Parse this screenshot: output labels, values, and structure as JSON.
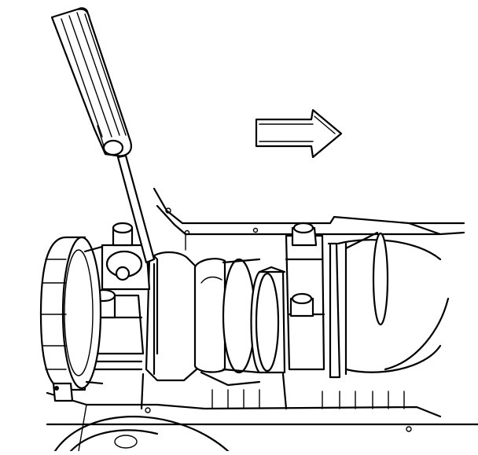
{
  "figure": {
    "line_color": "#000000",
    "background": "#ffffff",
    "parts": [
      {
        "name": "feeler-gauge",
        "icon": "feeler-gauge-icon"
      },
      {
        "name": "direction-arrow",
        "direction": "right",
        "icon": "arrow-right-icon"
      },
      {
        "name": "crankshaft",
        "icon": "crankshaft-icon"
      },
      {
        "name": "engine-block",
        "icon": "engine-block-icon"
      },
      {
        "name": "main-bearing-caps",
        "icon": "bearing-cap-icon"
      },
      {
        "name": "cap-bolts",
        "icon": "bolt-icon"
      },
      {
        "name": "crankshaft-sprocket",
        "icon": "sprocket-icon"
      }
    ]
  }
}
